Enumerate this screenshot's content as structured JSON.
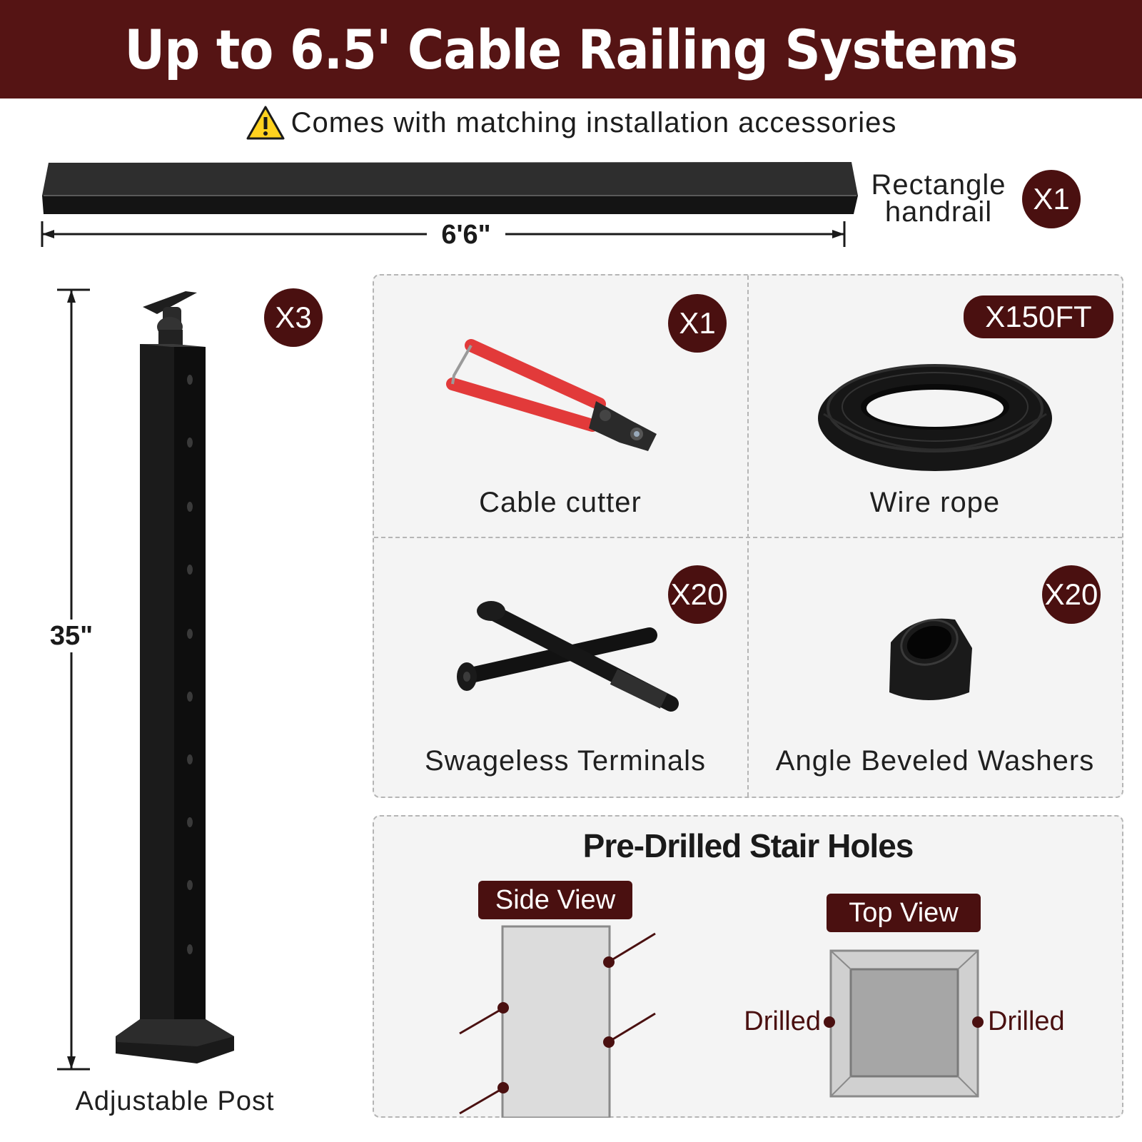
{
  "header": {
    "title": "Up to 6.5' Cable Railing Systems"
  },
  "subtitle": {
    "text": "Comes with matching installation accessories",
    "icon": "warning-icon"
  },
  "handrail": {
    "length_label": "6'6\"",
    "name_line1": "Rectangle",
    "name_line2": "handrail",
    "quantity": "X1"
  },
  "post": {
    "height_label": "35\"",
    "quantity": "X3",
    "name": "Adjustable Post"
  },
  "accessories": [
    {
      "name": "Cable cutter",
      "quantity": "X1",
      "icon": "cable-cutter-icon"
    },
    {
      "name": "Wire rope",
      "quantity": "X150FT",
      "icon": "wire-rope-coil-icon"
    },
    {
      "name": "Swageless Terminals",
      "quantity": "X20",
      "icon": "swageless-terminal-icon"
    },
    {
      "name": "Angle Beveled Washers",
      "quantity": "X20",
      "icon": "beveled-washer-icon"
    }
  ],
  "holes": {
    "title": "Pre-Drilled Stair Holes",
    "side_view_label": "Side View",
    "top_view_label": "Top View",
    "left_drilled_label": "Drilled",
    "right_drilled_label": "Drilled"
  },
  "colors": {
    "brand": "#551414",
    "badge": "#4a1010",
    "panel": "#f4f4f4"
  }
}
